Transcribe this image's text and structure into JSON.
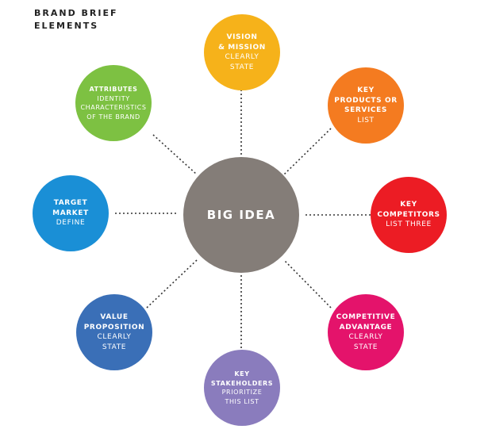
{
  "title": {
    "line1": "BRAND BRIEF",
    "line2": "ELEMENTS"
  },
  "center": {
    "title": "BIG IDEA",
    "color": "#847d78"
  },
  "nodes": {
    "vision": {
      "title": [
        "VISION",
        "& MISSION"
      ],
      "sub": [
        "CLEARLY",
        "STATE"
      ],
      "color": "#f6b21a"
    },
    "products": {
      "title": [
        "KEY",
        "PRODUCTS OR",
        "SERVICES"
      ],
      "sub": [
        "LIST"
      ],
      "color": "#f47b20"
    },
    "competitors": {
      "title": [
        "KEY",
        "COMPETITORS"
      ],
      "sub": [
        "LIST THREE"
      ],
      "color": "#ec1c24"
    },
    "advantage": {
      "title": [
        "COMPETITIVE",
        "ADVANTAGE"
      ],
      "sub": [
        "CLEARLY",
        "STATE"
      ],
      "color": "#e4136b"
    },
    "stakeholders": {
      "title": [
        "KEY",
        "STAKEHOLDERS"
      ],
      "sub": [
        "PRIORITIZE",
        "THIS LIST"
      ],
      "color": "#8a7cbd"
    },
    "value": {
      "title": [
        "VALUE",
        "PROPOSITION"
      ],
      "sub": [
        "CLEARLY",
        "STATE"
      ],
      "color": "#3a6fb7"
    },
    "target": {
      "title": [
        "TARGET",
        "MARKET"
      ],
      "sub": [
        "DEFINE"
      ],
      "color": "#1a8fd6"
    },
    "attributes": {
      "title": [
        "ATTRIBUTES"
      ],
      "sub": [
        "IDENTITY",
        "CHARACTERISTICS",
        "OF THE BRAND"
      ],
      "color": "#7dc142"
    }
  }
}
